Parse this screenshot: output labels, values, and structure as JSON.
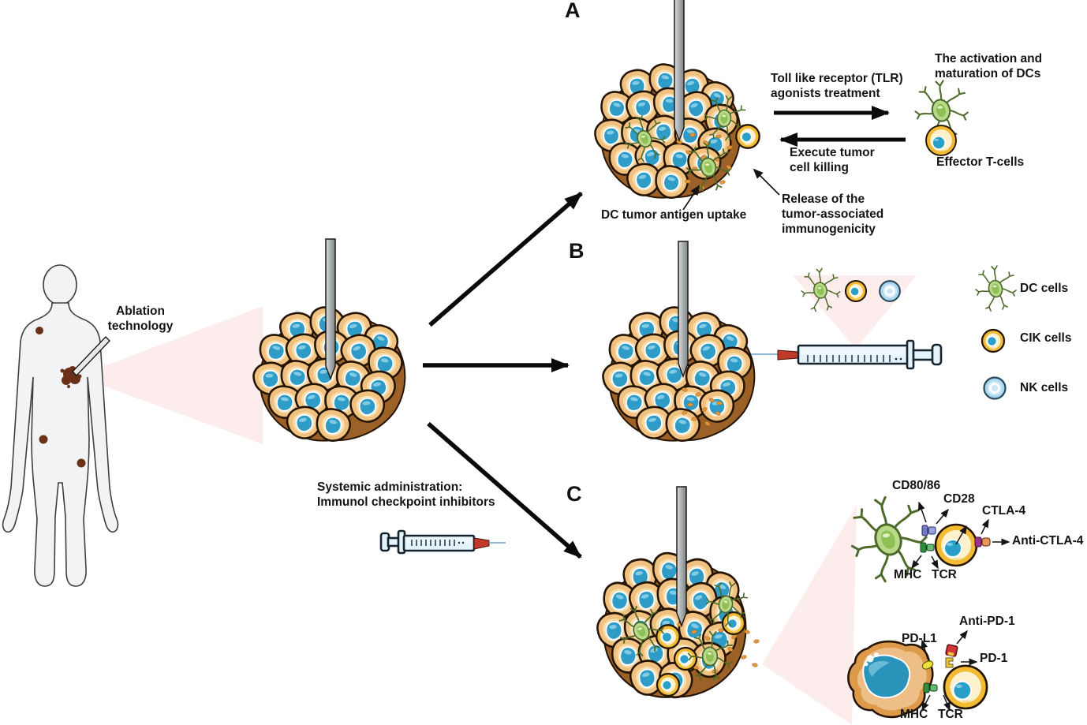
{
  "figure": {
    "description": "Ablation technology combined with immunotherapy diagram"
  },
  "overview": {
    "ablation_label": "Ablation\ntechnology",
    "systemic_label": "Systemic administration:\nImmunol checkpoint inhibitors"
  },
  "panels": {
    "a": {
      "letter": "A",
      "tlr_label": "Toll like receptor (TLR)\nagonists treatment",
      "activation_label": "The activation and\nmaturation of DCs",
      "effector_label": "Effector T-cells",
      "execute_label": "Execute tumor\ncell killing",
      "dc_uptake_label": "DC tumor antigen uptake",
      "release_label": "Release of the\ntumor-associated\nimmunogenicity"
    },
    "b": {
      "letter": "B",
      "legend": [
        {
          "icon": "dc-cell-icon",
          "label": "DC cells"
        },
        {
          "icon": "cik-cell-icon",
          "label": "CIK cells"
        },
        {
          "icon": "nk-cell-icon",
          "label": "NK cells"
        }
      ]
    },
    "c": {
      "letter": "C",
      "ctla4_diagram": {
        "cd80_86": "CD80/86",
        "cd28": "CD28",
        "ctla4": "CTLA-4",
        "anti_ctla4": "Anti-CTLA-4",
        "mhc": "MHC",
        "tcr": "TCR"
      },
      "pd1_diagram": {
        "anti_pd1": "Anti-PD-1",
        "pd_l1": "PD-L1",
        "pd1": "PD-1",
        "mhc": "MHC",
        "tcr": "TCR"
      }
    }
  },
  "colors": {
    "cell_outer": "#f1c180",
    "cell_inner": "#f8ddae",
    "nucleus": "#2f9cc7",
    "nucleus_highlight": "#90d4e9",
    "cluster_bg": "#9c6126",
    "ink": "#241403",
    "dc_body": "#b9d98a",
    "dc_core": "#8fc055",
    "dc_stroke": "#4d6a2a",
    "cik_outer": "#f3bb33",
    "cik_inner": "#fdf2cd",
    "cik_nucleus": "#2aa0c8",
    "nk_outer": "#a6d7ef",
    "nk_inner": "#c9e7f7",
    "nk_stroke": "#2a4a59",
    "speck": "#e5953c",
    "beam_pink": "#fdecec",
    "body_fill": "#f1f3f5",
    "body_stroke": "#3f3f3f",
    "tumor_spot": "#6b3118",
    "syringe_fill": "#e4f2fb",
    "syringe_stroke": "#15242e",
    "syringe_tip_red": "#c0392b",
    "connector_blue": "#6d79c9",
    "connector_green": "#2f8f3e",
    "ctla4_purple": "#a03090",
    "anti_ctla4_orange": "#e9975a",
    "pd_l1_yellow": "#efe13e",
    "pd1_yellow": "#ecc93a",
    "anti_pd1_red": "#d23737"
  }
}
